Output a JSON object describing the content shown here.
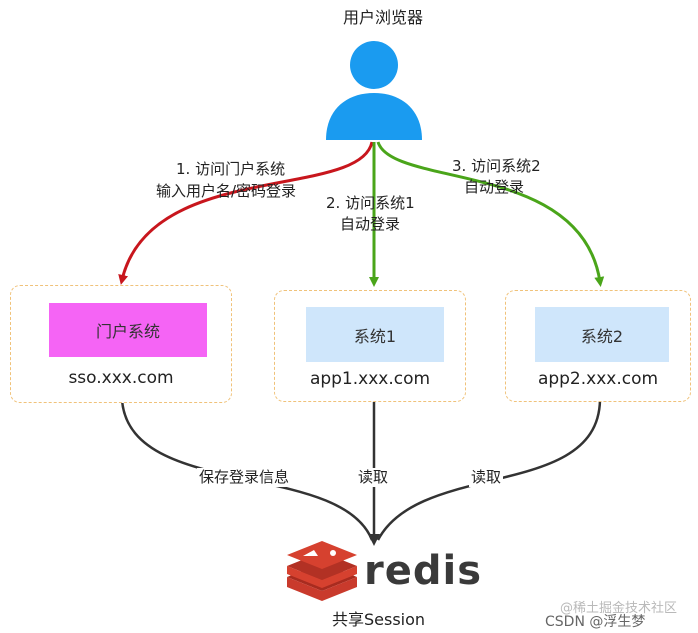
{
  "browser": {
    "label": "用户浏览器",
    "icon": "user-icon"
  },
  "steps": {
    "step1_line1": "1. 访问门户系统",
    "step1_line2": "输入用户名/密码登录",
    "step2_line1": "2. 访问系统1",
    "step2_line2": "自动登录",
    "step3_line1": "3. 访问系统2",
    "step3_line2": "自动登录"
  },
  "systems": [
    {
      "name": "门户系统",
      "domain": "sso.xxx.com",
      "color": "#f564f5"
    },
    {
      "name": "系统1",
      "domain": "app1.xxx.com",
      "color": "#cfe6fb"
    },
    {
      "name": "系统2",
      "domain": "app2.xxx.com",
      "color": "#cfe6fb"
    }
  ],
  "edges": {
    "save": "保存登录信息",
    "read1": "读取",
    "read2": "读取"
  },
  "redis": {
    "text": "redis",
    "caption": "共享Session",
    "icon": "redis-logo-icon"
  },
  "watermarks": {
    "line1": "@稀土掘金技术社区",
    "line2": "CSDN @浮生梦"
  },
  "colors": {
    "red_arrow": "#c8161d",
    "green_arrow": "#4aa51a",
    "black_arrow": "#333333",
    "user_icon": "#1a9bf0"
  }
}
